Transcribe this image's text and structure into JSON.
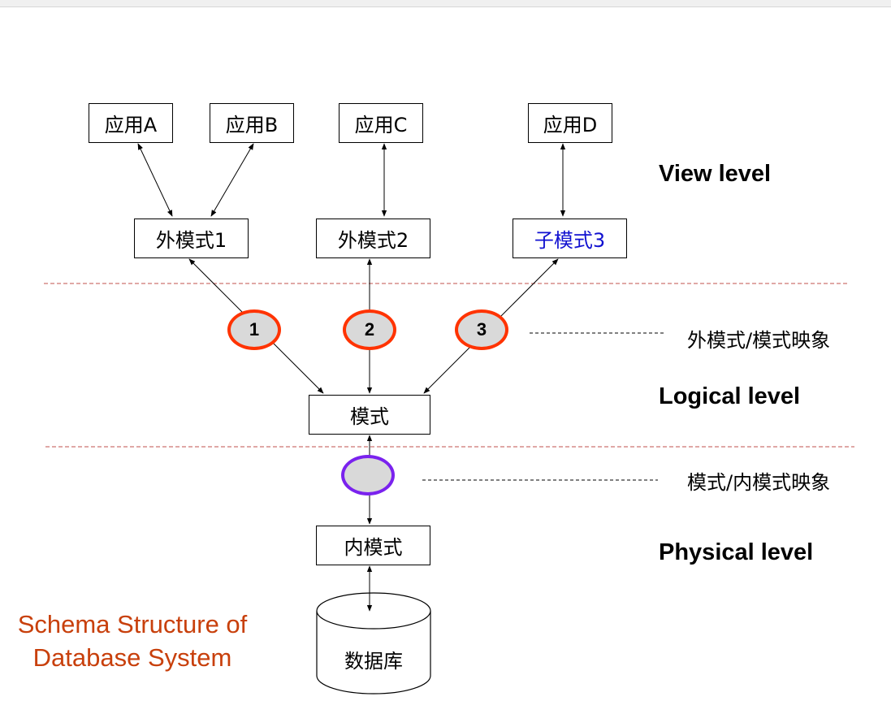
{
  "applications": [
    "应用A",
    "应用B",
    "应用C",
    "应用D"
  ],
  "external_schemas": [
    "外模式1",
    "外模式2",
    "子模式3"
  ],
  "schema": "模式",
  "internal_schema": "内模式",
  "database": "数据库",
  "mapping_markers": [
    "1",
    "2",
    "3"
  ],
  "mappings": {
    "external_to_schema": "外模式/模式映象",
    "schema_to_internal": "模式/内模式映象"
  },
  "levels": {
    "view": "View level",
    "logical": "Logical level",
    "physical": "Physical level"
  },
  "caption": "Schema Structure of Database System",
  "colors": {
    "marker_border": "#ff3300",
    "internal_marker_border": "#7a22ee",
    "marker_fill": "#d9d9d9",
    "separator": "#c0504d",
    "caption": "#c8400c",
    "highlight_text": "#1010d0"
  }
}
